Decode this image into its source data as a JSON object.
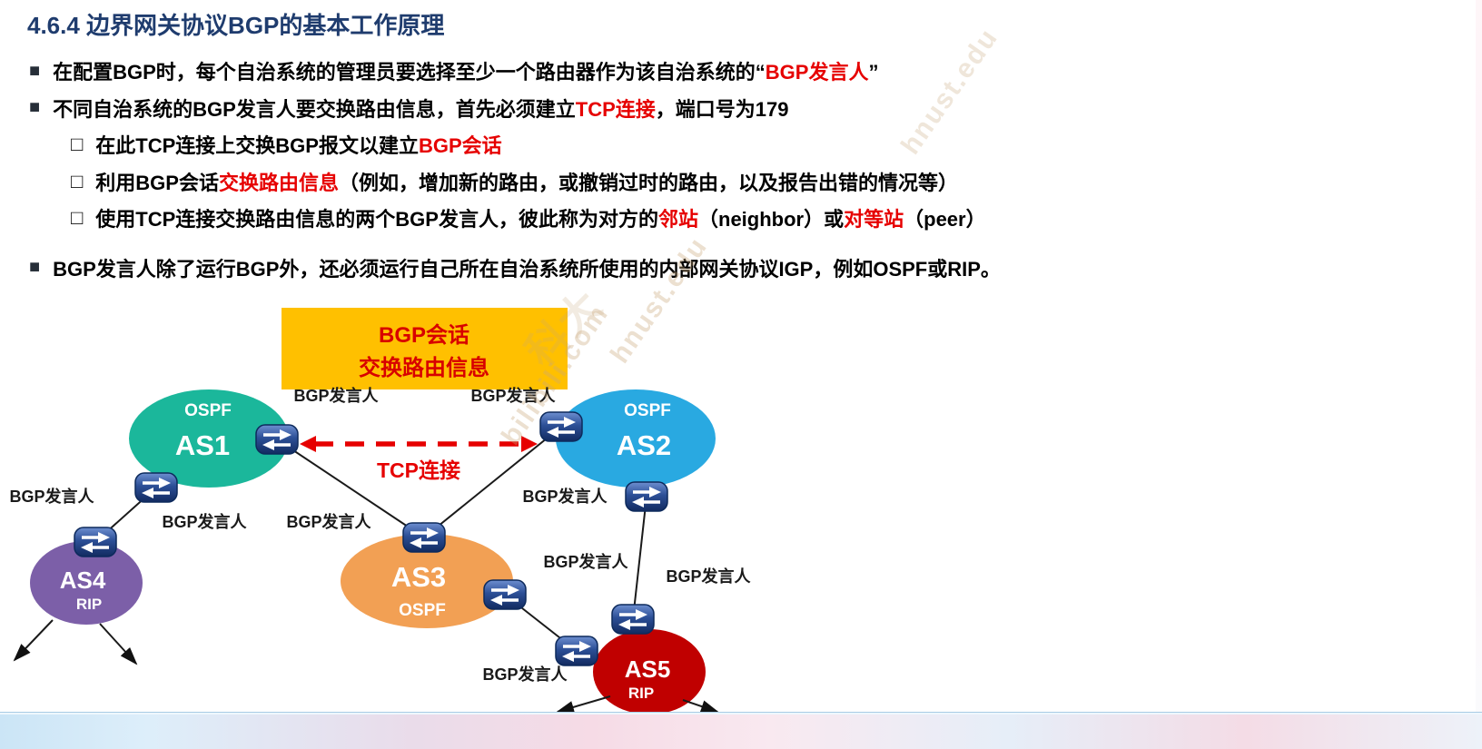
{
  "slide": {
    "title": "4.6.4 边界网关协议BGP的基本工作原理",
    "bullets": [
      {
        "level": 1,
        "marker": "■",
        "segments": [
          {
            "t": "在配置BGP时，每个自治系统的管理员要选择至少一个路由器作为该自治系统的“"
          },
          {
            "t": "BGP发言人",
            "red": true
          },
          {
            "t": "”"
          }
        ]
      },
      {
        "level": 1,
        "marker": "■",
        "segments": [
          {
            "t": "不同自治系统的BGP发言人要交换路由信息，首先必须建立"
          },
          {
            "t": "TCP连接",
            "red": true
          },
          {
            "t": "，端口号为179"
          }
        ]
      },
      {
        "level": 2,
        "marker": "□",
        "segments": [
          {
            "t": "在此TCP连接上交换BGP报文以建立"
          },
          {
            "t": "BGP会话",
            "red": true
          }
        ]
      },
      {
        "level": 2,
        "marker": "□",
        "segments": [
          {
            "t": "利用BGP会话"
          },
          {
            "t": "交换路由信息",
            "red": true
          },
          {
            "t": "（例如，增加新的路由，或撤销过时的路由，以及报告出错的情况等）"
          }
        ]
      },
      {
        "level": 2,
        "marker": "□",
        "segments": [
          {
            "t": "使用TCP连接交换路由信息的两个BGP发言人，彼此称为对方的"
          },
          {
            "t": "邻站",
            "red": true
          },
          {
            "t": "（neighbor）或"
          },
          {
            "t": "对等站",
            "red": true
          },
          {
            "t": "（peer）"
          }
        ]
      },
      {
        "level": 1,
        "marker": "■",
        "segments": [
          {
            "t": "BGP发言人除了运行BGP外，还必须运行自己所在自治系统所使用的内部网关协议IGP，例如OSPF或RIP。"
          }
        ]
      }
    ]
  },
  "diagram": {
    "session_box": {
      "line1": "BGP会话",
      "line2": "交换路由信息"
    },
    "tcp_label": "TCP连接",
    "speaker_label": "BGP发言人",
    "as_nodes": [
      {
        "name": "AS1",
        "protocol": "OSPF"
      },
      {
        "name": "AS2",
        "protocol": "OSPF"
      },
      {
        "name": "AS3",
        "protocol": "OSPF"
      },
      {
        "name": "AS4",
        "protocol": "RIP"
      },
      {
        "name": "AS5",
        "protocol": "RIP"
      }
    ],
    "colors": {
      "as1": "#1BB79B",
      "as2": "#29A9E1",
      "as3": "#F2A054",
      "as4": "#7C5FA8",
      "as5": "#C00000",
      "session_box": "#FFC000",
      "highlight_red": "#E60000",
      "title_blue": "#1F3C6E",
      "router_blue": "#1D3F7E"
    }
  },
  "watermarks": [
    "bilibili.com",
    "hnust.edu",
    "科大",
    "hnust.edu"
  ]
}
